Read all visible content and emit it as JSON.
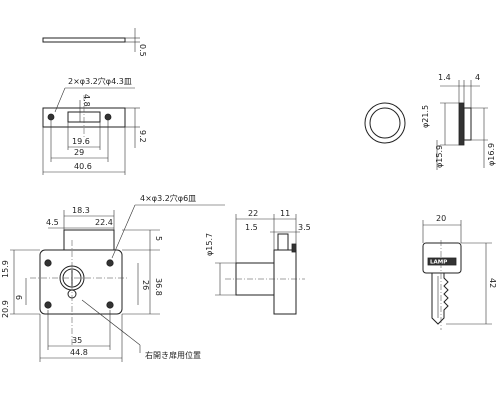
{
  "dims": {
    "plate_thickness": "0.5",
    "plate_holes": "2×φ3.2穴φ4.3皿",
    "plate_slot_h": "4.8",
    "plate_h": "9.2",
    "plate_slot_w": "19.6",
    "plate_hole_pitch": "29",
    "plate_w": "40.6",
    "ring_thk1": "1.4",
    "ring_thk2": "4",
    "ring_od": "φ21.5",
    "ring_id": "φ15.9",
    "ring_id2": "φ16.9",
    "body_holes": "4×φ3.2穴φ6皿",
    "body_w1": "18.3",
    "body_w2": "22.4",
    "body_w3": "4.5",
    "body_h1": "15.9",
    "body_h2": "20.9",
    "body_h3": "9",
    "body_h4": "26",
    "body_h5": "36.8",
    "body_h6": "5",
    "body_pitch": "35",
    "body_w": "44.8",
    "door_note": "右開き扉用位置",
    "side_w1": "22",
    "side_w2": "11",
    "side_w3": "1.5",
    "side_w4": "3.5",
    "side_dia": "φ15.7",
    "key_w": "20",
    "key_h": "42",
    "key_brand": "LAMP"
  }
}
